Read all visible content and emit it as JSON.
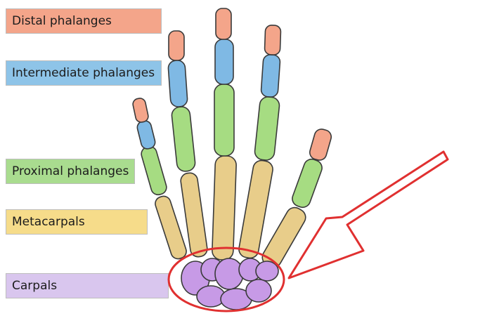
{
  "labels": [
    {
      "id": "distal",
      "text": "Distal phalanges",
      "color": "#f4a58a"
    },
    {
      "id": "intermediate",
      "text": "Intermediate phalanges",
      "color": "#8ec4e8"
    },
    {
      "id": "proximal",
      "text": "Proximal phalanges",
      "color": "#a9dc8f"
    },
    {
      "id": "metacarpals",
      "text": "Metacarpals",
      "color": "#f6dc8a"
    },
    {
      "id": "carpals",
      "text": "Carpals",
      "color": "#d9c6ee"
    }
  ],
  "bone_colors": {
    "distal": "#f4a58a",
    "intermediate": "#7fb9e4",
    "proximal": "#a6dc82",
    "metacarpal": "#e8cd8a",
    "carpal": "#c79ae6"
  },
  "highlight_color": "#e03030"
}
